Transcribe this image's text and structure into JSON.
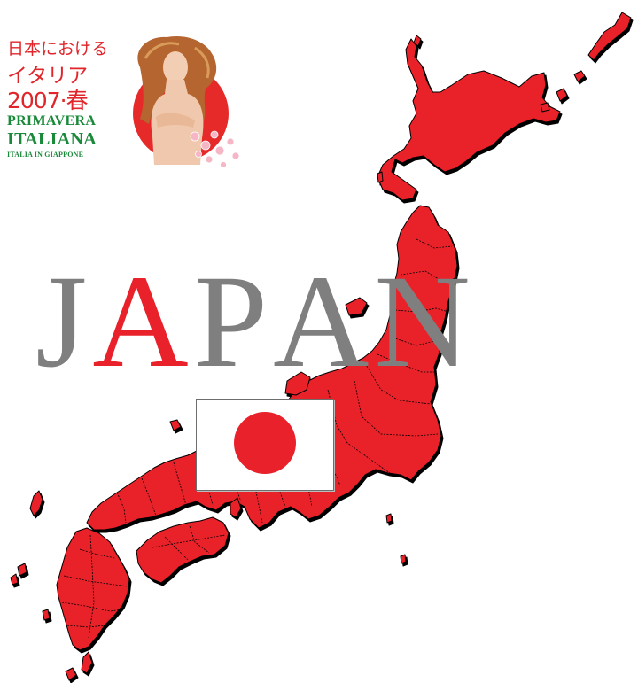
{
  "colors": {
    "map_red": "#e9212a",
    "map_outline": "#000000",
    "title_gray": "#7f7f7f",
    "title_red": "#e9212a",
    "logo_red": "#e0262b",
    "logo_green": "#1a8a3a"
  },
  "logo": {
    "jp_line1": "日本における",
    "jp_line2": "イタリア",
    "jp_line3": "2007·春",
    "it_line1": "PRIMAVERA",
    "it_line2": "ITALIANA",
    "it_line3": "ITALIA IN GIAPPONE"
  },
  "title": {
    "letters": [
      "J",
      "A",
      "P",
      "A",
      "N"
    ],
    "highlight_index": 1
  },
  "flag": {
    "name": "japan-flag"
  }
}
